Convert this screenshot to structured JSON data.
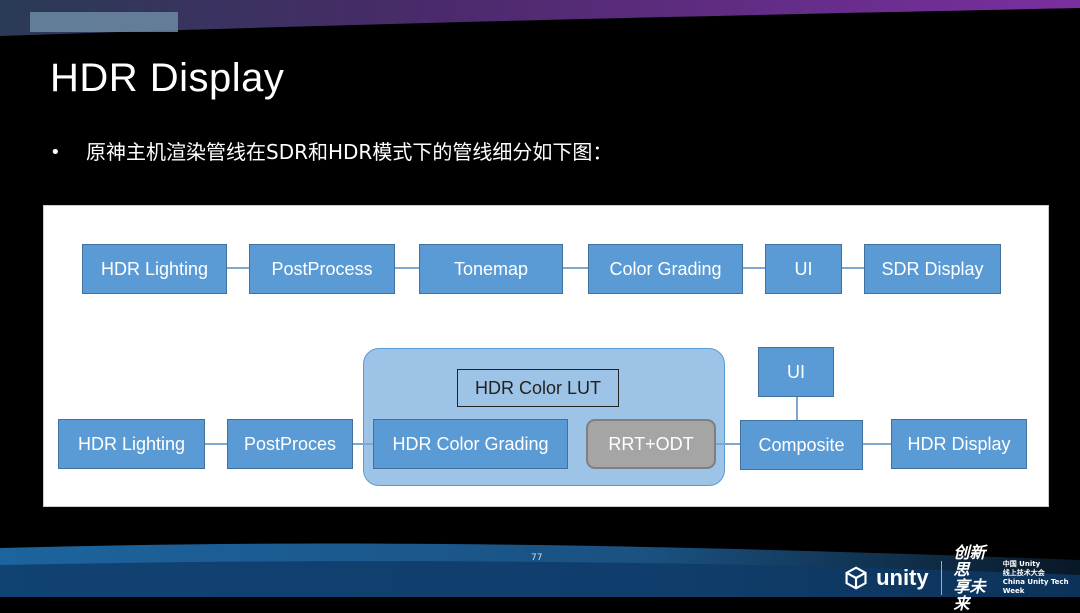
{
  "title": "HDR Display",
  "bullet": "原神主机渲染管线在SDR和HDR模式下的管线细分如下图：",
  "sdr_row": [
    "HDR Lighting",
    "PostProcess",
    "Tonemap",
    "Color Grading",
    "UI",
    "SDR Display"
  ],
  "hdr_row": {
    "lighting": "HDR Lighting",
    "postprocess": "PostProces",
    "lut": "HDR Color LUT",
    "grading": "HDR Color Grading",
    "rrt_odt": "RRT+ODT",
    "ui": "UI",
    "composite": "Composite",
    "display": "HDR Display"
  },
  "page_number": "77",
  "logo": {
    "brand": "unity",
    "slogan_line1": "创新思",
    "slogan_line2": "享未来",
    "event_line1": "中国 Unity",
    "event_line2": "线上技术大会",
    "event_line3": "China Unity Tech Week"
  },
  "colors": {
    "box_fill": "#5b9bd5",
    "group_fill": "#9dc3e6",
    "gray_fill": "#a5a5a5",
    "connector": "#7fa7cf"
  }
}
